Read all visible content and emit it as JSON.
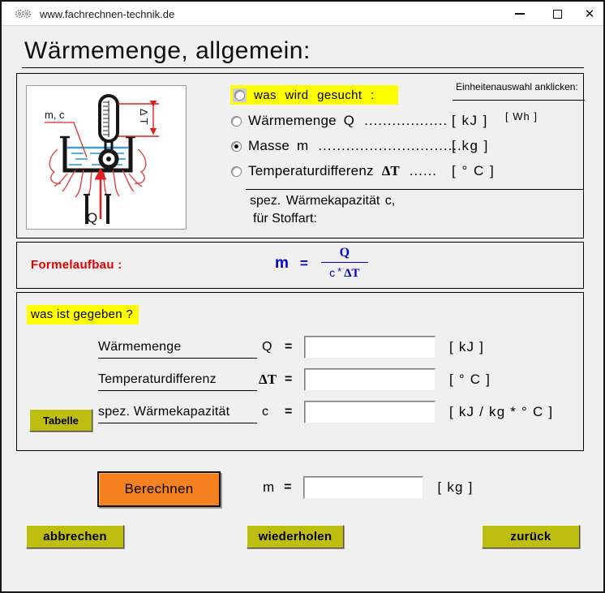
{
  "window": {
    "title": "www.fachrechnen-technik.de"
  },
  "page": {
    "heading": "Wärmemenge, allgemein:"
  },
  "diagram": {
    "label_mc": "m, c",
    "label_dt": "Δ T",
    "label_q": "Q"
  },
  "sought": {
    "prompt": "was wird gesucht :",
    "units_header": "Einheitenauswahl anklicken:",
    "options": [
      {
        "label": "Wärmemenge  Q",
        "symbol": "",
        "dots": "..................",
        "unit": "[ kJ ]",
        "unit_extra": "[ Wh ]"
      },
      {
        "label": "Masse  m",
        "symbol": "",
        "dots": "...............................",
        "unit": "[ kg ]",
        "unit_extra": ""
      },
      {
        "label": "Temperaturdifferenz",
        "symbol": "ΔT",
        "dots": "......",
        "unit": "[ ° C ]",
        "unit_extra": ""
      }
    ],
    "spez_line1": "spez. Wärmekapazität  c,",
    "spez_line2": "für Stoffart:"
  },
  "formula": {
    "label": "Formelaufbau :",
    "lhs": "m",
    "eq": "=",
    "numerator": "Q",
    "den_var": "c",
    "den_op": "*",
    "den_sym": "ΔT"
  },
  "given": {
    "prompt": "was ist gegeben ?",
    "table_button": "Tabelle",
    "rows": [
      {
        "label": "Wärmemenge",
        "symbol": "Q",
        "eq": "=",
        "value": "",
        "unit": "[ kJ ]"
      },
      {
        "label": "Temperaturdifferenz",
        "symbol": "ΔT",
        "eq": "=",
        "value": "",
        "unit": "[ ° C ]"
      },
      {
        "label": "spez. Wärmekapazität",
        "symbol": "c",
        "eq": "=",
        "value": "",
        "unit": "[ kJ / kg *  ° C ]"
      }
    ]
  },
  "result": {
    "calc_button": "Berechnen",
    "symbol": "m",
    "eq": "=",
    "value": "",
    "unit": "[ kg ]"
  },
  "footer": {
    "cancel": "abbrechen",
    "repeat": "wiederholen",
    "back": "zurück"
  },
  "colors": {
    "accent_orange": "#f5821f",
    "accent_olive": "#bebe10",
    "highlight_yellow": "#ffff00",
    "formula_blue": "#0000c8",
    "label_red": "#e00000"
  }
}
